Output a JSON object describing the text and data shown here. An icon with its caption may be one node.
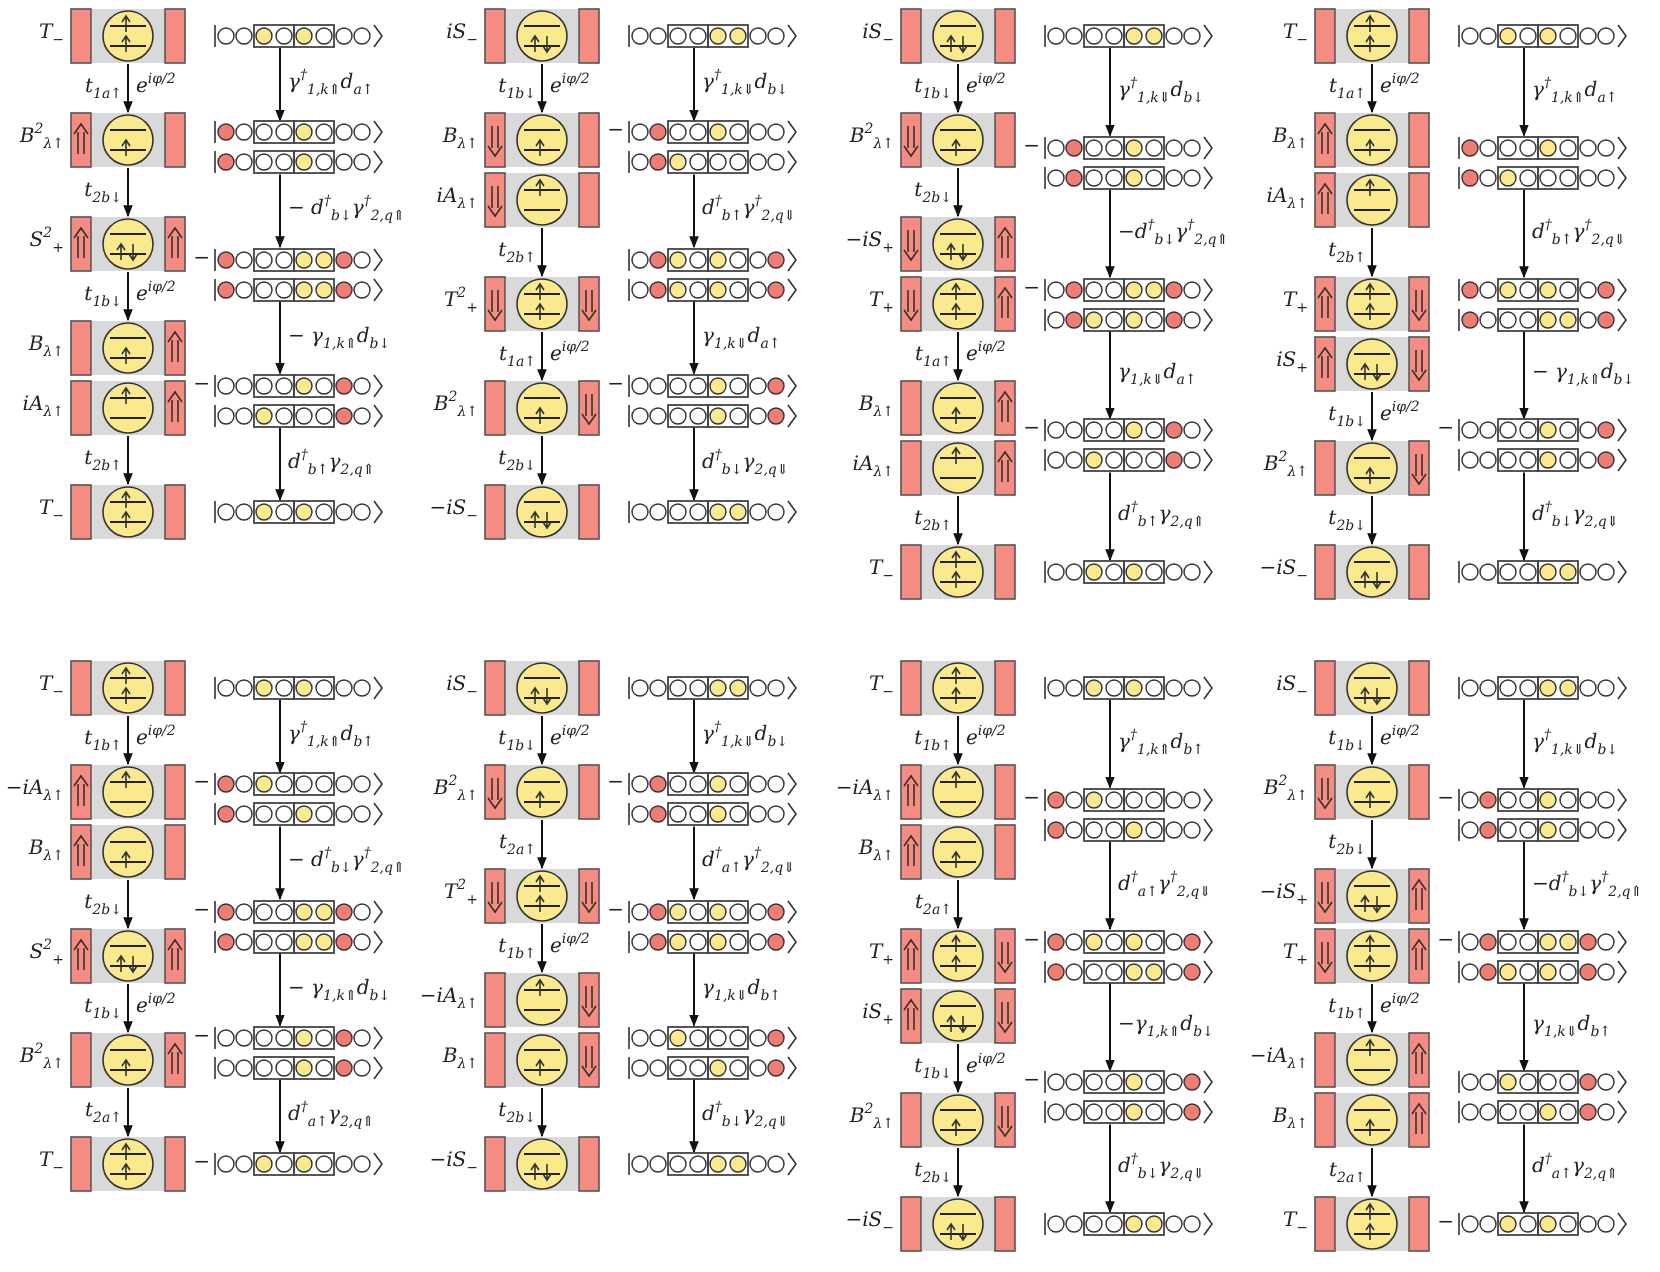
{
  "diagram": {
    "nodes": [
      {
        "text": [
          "T$_{−}$"
        ]
      },
      {
        "text": [
          "B$^{2}$$_{λ↑}$"
        ]
      },
      {
        "text": [
          "S$^{2}$$_{+}$"
        ]
      },
      {
        "text": [
          "B$_{λ↑}$"
        ]
      },
      {
        "text": [
          "iA$_{λ↑}$"
        ]
      },
      {
        "text": [
          "T$_{−}$"
        ]
      },
      {
        "text": [],
        "shape": "box"
      },
      {
        "text": [],
        "shape": "box"
      },
      {
        "text": [],
        "shape": "box"
      },
      {
        "text": [],
        "shape": "box",
        "beside": [
          "−"
        ]
      },
      {
        "text": [],
        "shape": "box"
      },
      {
        "text": [],
        "shape": "box",
        "beside": [
          "−"
        ]
      },
      {
        "text": [],
        "shape": "box"
      },
      {
        "text": [],
        "shape": "box"
      },
      {
        "text": [
          "iS$_{−}$"
        ]
      },
      {
        "text": [
          "B$_{λ↑}$"
        ]
      },
      {
        "text": [
          "iA$_{λ↑}$"
        ]
      },
      {
        "text": [
          "T$^{2}$$_{+}$"
        ]
      },
      {
        "text": [
          "B$^{2}$$_{λ↑}$"
        ]
      },
      {
        "text": [
          "−iS$_{−}$"
        ]
      },
      {
        "text": [],
        "shape": "box"
      },
      {
        "text": [],
        "shape": "box",
        "beside": [
          "−"
        ]
      },
      {
        "text": [],
        "shape": "box"
      },
      {
        "text": [],
        "shape": "box"
      },
      {
        "text": [],
        "shape": "box"
      },
      {
        "text": [],
        "shape": "box",
        "beside": [
          "−"
        ]
      },
      {
        "text": [],
        "shape": "box"
      },
      {
        "text": [],
        "shape": "box"
      },
      {
        "text": [
          "iS$_{−}$"
        ]
      },
      {
        "text": [
          "B$^{2}$$_{λ↑}$"
        ]
      },
      {
        "text": [
          "−iS$_{+}$"
        ]
      },
      {
        "text": [
          "T$_{+}$"
        ]
      },
      {
        "text": [
          "B$_{λ↑}$"
        ]
      },
      {
        "text": [
          "iA$_{λ↑}$"
        ]
      },
      {
        "text": [
          "T$_{−}$"
        ]
      },
      {
        "text": [],
        "shape": "box"
      },
      {
        "text": [],
        "shape": "box",
        "beside": [
          "−"
        ]
      },
      {
        "text": [],
        "shape": "box"
      },
      {
        "text": [],
        "shape": "box",
        "beside": [
          "−"
        ]
      },
      {
        "text": [],
        "shape": "box"
      },
      {
        "text": [],
        "shape": "box",
        "beside": [
          "−"
        ]
      },
      {
        "text": [],
        "shape": "box"
      },
      {
        "text": [],
        "shape": "box"
      },
      {
        "text": [
          "T$_{−}$"
        ]
      },
      {
        "text": [
          "B$_{λ↑}$"
        ]
      },
      {
        "text": [
          "iA$_{λ↑}$"
        ]
      },
      {
        "text": [
          "T$_{+}$"
        ]
      },
      {
        "text": [
          "iS$_{+}$"
        ]
      },
      {
        "text": [
          "B$^{2}$$_{λ↑}$"
        ]
      },
      {
        "text": [
          "−iS$_{−}$"
        ]
      },
      {
        "text": [],
        "shape": "box"
      },
      {
        "text": [],
        "shape": "box"
      },
      {
        "text": [],
        "shape": "box"
      },
      {
        "text": [],
        "shape": "box"
      },
      {
        "text": [],
        "shape": "box"
      },
      {
        "text": [],
        "shape": "box",
        "beside": [
          "−"
        ]
      },
      {
        "text": [],
        "shape": "box"
      },
      {
        "text": [],
        "shape": "box"
      },
      {
        "text": [
          "T$_{−}$"
        ]
      },
      {
        "text": [
          "−iA$_{λ↑}$"
        ]
      },
      {
        "text": [
          "B$_{λ↑}$"
        ]
      },
      {
        "text": [
          "S$^{2}$$_{+}$"
        ]
      },
      {
        "text": [
          "B$^{2}$$_{λ↑}$"
        ]
      },
      {
        "text": [
          "T$_{−}$"
        ]
      },
      {
        "text": [],
        "shape": "box"
      },
      {
        "text": [],
        "shape": "box",
        "beside": [
          "−"
        ]
      },
      {
        "text": [],
        "shape": "box"
      },
      {
        "text": [],
        "shape": "box",
        "beside": [
          "−"
        ]
      },
      {
        "text": [],
        "shape": "box"
      },
      {
        "text": [],
        "shape": "box",
        "beside": [
          "−"
        ]
      },
      {
        "text": [],
        "shape": "box"
      },
      {
        "text": [],
        "shape": "box",
        "beside": [
          "−"
        ]
      },
      {
        "text": [
          "iS$_{−}$"
        ]
      },
      {
        "text": [
          "B$^{2}$$_{λ↑}$"
        ]
      },
      {
        "text": [
          "T$^{2}$$_{+}$"
        ]
      },
      {
        "text": [
          "−iA$_{λ↑}$"
        ]
      },
      {
        "text": [
          "B$_{λ↑}$"
        ]
      },
      {
        "text": [
          "−iS$_{−}$"
        ]
      },
      {
        "text": [],
        "shape": "box"
      },
      {
        "text": [],
        "shape": "box",
        "beside": [
          "−"
        ]
      },
      {
        "text": [],
        "shape": "box"
      },
      {
        "text": [],
        "shape": "box",
        "beside": [
          "−"
        ]
      },
      {
        "text": [],
        "shape": "box"
      },
      {
        "text": [],
        "shape": "box"
      },
      {
        "text": [],
        "shape": "box"
      },
      {
        "text": [],
        "shape": "box"
      },
      {
        "text": [
          "T$_{−}$"
        ]
      },
      {
        "text": [
          "−iA$_{λ↑}$"
        ]
      },
      {
        "text": [
          "B$_{λ↑}$"
        ]
      },
      {
        "text": [
          "T$_{+}$"
        ]
      },
      {
        "text": [
          "iS$_{+}$"
        ]
      },
      {
        "text": [
          "B$^{2}$$_{λ↑}$"
        ]
      },
      {
        "text": [
          "−iS$_{−}$"
        ]
      },
      {
        "text": [],
        "shape": "box"
      },
      {
        "text": [],
        "shape": "box",
        "beside": [
          "−"
        ]
      },
      {
        "text": [],
        "shape": "box"
      },
      {
        "text": [],
        "shape": "box",
        "beside": [
          "−"
        ]
      },
      {
        "text": [],
        "shape": "box"
      },
      {
        "text": [],
        "shape": "box",
        "beside": [
          "−"
        ]
      },
      {
        "text": [],
        "shape": "box"
      },
      {
        "text": [],
        "shape": "box"
      },
      {
        "text": [
          "iS$_{−}$"
        ]
      },
      {
        "text": [
          "B$^{2}$$_{λ↑}$"
        ]
      },
      {
        "text": [
          "−iS$_{+}$"
        ]
      },
      {
        "text": [
          "T$_{+}$"
        ]
      },
      {
        "text": [
          "−iA$_{λ↑}$"
        ]
      },
      {
        "text": [
          "B$_{λ↑}$"
        ]
      },
      {
        "text": [
          "T$_{−}$"
        ]
      },
      {
        "text": [],
        "shape": "box"
      },
      {
        "text": [],
        "shape": "box",
        "beside": [
          "−"
        ]
      },
      {
        "text": [],
        "shape": "box"
      },
      {
        "text": [],
        "shape": "box",
        "beside": [
          "−"
        ]
      },
      {
        "text": [],
        "shape": "box"
      },
      {
        "text": [],
        "shape": "box"
      },
      {
        "text": [],
        "shape": "box"
      },
      {
        "text": [],
        "shape": "box",
        "beside": [
          "−"
        ]
      }
    ],
    "edges": [
      {
        "from": 0,
        "to": 1,
        "arrow": "to",
        "label": "t$_{1a↑}$"
      },
      {
        "from": 1,
        "to": 2,
        "arrow": "to",
        "label": "t$_{2b↓}$"
      },
      {
        "from": 2,
        "to": 3,
        "arrow": "to",
        "label": "t$_{1b↓}$"
      },
      {
        "from": 4,
        "to": 5,
        "arrow": "to",
        "label": "t$_{2b↑}$"
      },
      {
        "from": 6,
        "to": 7,
        "arrow": "to",
        "label": "γ$^{†}$$_{1,k⇑}$d$_{a↑}$"
      },
      {
        "from": 8,
        "to": 9,
        "arrow": "to",
        "label": "− d$^{†}$$_{b↓}$γ$^{†}$$_{2,q⇑}$"
      },
      {
        "from": 10,
        "to": 11,
        "arrow": "to",
        "label": "− γ$_{1,k⇑}$d$_{b↓}$"
      },
      {
        "from": 12,
        "to": 13,
        "arrow": "to",
        "label": "d$^{†}$$_{b↑}$γ$_{2,q⇑}$"
      },
      {
        "from": 14,
        "to": 15,
        "arrow": "to",
        "label": "t$_{1b↓}$"
      },
      {
        "from": 16,
        "to": 17,
        "arrow": "to",
        "label": "t$_{2b↑}$"
      },
      {
        "from": 17,
        "to": 18,
        "arrow": "to",
        "label": "t$_{1a↑}$"
      },
      {
        "from": 18,
        "to": 19,
        "arrow": "to",
        "label": "t$_{2b↓}$"
      },
      {
        "from": 20,
        "to": 21,
        "arrow": "to",
        "label": "γ$^{†}$$_{1,k⇓}$d$_{b↓}$"
      },
      {
        "from": 22,
        "to": 23,
        "arrow": "to",
        "label": "d$^{†}$$_{b↑}$γ$^{†}$$_{2,q⇓}$"
      },
      {
        "from": 24,
        "to": 25,
        "arrow": "to",
        "label": "γ$_{1,k⇓}$d$_{a↑}$"
      },
      {
        "from": 26,
        "to": 27,
        "arrow": "to",
        "label": "d$^{†}$$_{b↓}$γ$_{2,q⇓}$"
      },
      {
        "from": 28,
        "to": 29,
        "arrow": "to",
        "label": "t$_{1b↓}$"
      },
      {
        "from": 29,
        "to": 30,
        "arrow": "to",
        "label": "t$_{2b↓}$"
      },
      {
        "from": 31,
        "to": 32,
        "arrow": "to",
        "label": "t$_{1a↑}$"
      },
      {
        "from": 33,
        "to": 34,
        "arrow": "to",
        "label": "t$_{2b↑}$"
      },
      {
        "from": 35,
        "to": 36,
        "arrow": "to",
        "label": "γ$^{†}$$_{1,k⇓}$d$_{b↓}$"
      },
      {
        "from": 37,
        "to": 38,
        "arrow": "to",
        "label": "−d$^{†}$$_{b↓}$γ$^{†}$$_{2,q⇑}$"
      },
      {
        "from": 39,
        "to": 40,
        "arrow": "to",
        "label": "γ$_{1,k⇓}$d$_{a↑}$"
      },
      {
        "from": 41,
        "to": 42,
        "arrow": "to",
        "label": "d$^{†}$$_{b↑}$γ$_{2,q⇑}$"
      },
      {
        "from": 43,
        "to": 44,
        "arrow": "to",
        "label": "t$_{1a↑}$"
      },
      {
        "from": 45,
        "to": 46,
        "arrow": "to",
        "label": "t$_{2b↑}$"
      },
      {
        "from": 47,
        "to": 48,
        "arrow": "to",
        "label": "t$_{1b↓}$"
      },
      {
        "from": 48,
        "to": 49,
        "arrow": "to",
        "label": "t$_{2b↓}$"
      },
      {
        "from": 50,
        "to": 51,
        "arrow": "to",
        "label": "γ$^{†}$$_{1,k⇑}$d$_{a↑}$"
      },
      {
        "from": 52,
        "to": 53,
        "arrow": "to",
        "label": "d$^{†}$$_{b↑}$γ$^{†}$$_{2,q⇓}$"
      },
      {
        "from": 54,
        "to": 55,
        "arrow": "to",
        "label": "− γ$_{1,k⇑}$d$_{b↓}$"
      },
      {
        "from": 56,
        "to": 57,
        "arrow": "to",
        "label": "d$^{†}$$_{b↓}$γ$_{2,q⇓}$"
      },
      {
        "from": 58,
        "to": 59,
        "arrow": "to",
        "label": "t$_{1b↑}$"
      },
      {
        "from": 60,
        "to": 61,
        "arrow": "to",
        "label": "t$_{2b↓}$"
      },
      {
        "from": 61,
        "to": 62,
        "arrow": "to",
        "label": "t$_{1b↓}$"
      },
      {
        "from": 62,
        "to": 63,
        "arrow": "to",
        "label": "t$_{2a↑}$"
      },
      {
        "from": 64,
        "to": 65,
        "arrow": "to",
        "label": "γ$^{†}$$_{1,k⇑}$d$_{b↑}$"
      },
      {
        "from": 66,
        "to": 67,
        "arrow": "to",
        "label": "− d$^{†}$$_{b↓}$γ$^{†}$$_{2,q⇑}$"
      },
      {
        "from": 68,
        "to": 69,
        "arrow": "to",
        "label": "− γ$_{1,k⇑}$d$_{b↓}$"
      },
      {
        "from": 70,
        "to": 71,
        "arrow": "to",
        "label": "d$^{†}$$_{a↑}$γ$_{2,q⇑}$"
      },
      {
        "from": 72,
        "to": 73,
        "arrow": "to",
        "label": "t$_{1b↓}$"
      },
      {
        "from": 73,
        "to": 74,
        "arrow": "to",
        "label": "t$_{2a↑}$"
      },
      {
        "from": 74,
        "to": 75,
        "arrow": "to",
        "label": "t$_{1b↑}$"
      },
      {
        "from": 76,
        "to": 77,
        "arrow": "to",
        "label": "t$_{2b↓}$"
      },
      {
        "from": 78,
        "to": 79,
        "arrow": "to",
        "label": "γ$^{†}$$_{1,k⇓}$d$_{b↓}$"
      },
      {
        "from": 80,
        "to": 81,
        "arrow": "to",
        "label": "d$^{†}$$_{a↑}$γ$^{†}$$_{2,q⇓}$"
      },
      {
        "from": 82,
        "to": 83,
        "arrow": "to",
        "label": "γ$_{1,k⇓}$d$_{b↑}$"
      },
      {
        "from": 84,
        "to": 85,
        "arrow": "to",
        "label": "d$^{†}$$_{b↓}$γ$_{2,q⇓}$"
      },
      {
        "from": 86,
        "to": 87,
        "arrow": "to",
        "label": "t$_{1b↑}$"
      },
      {
        "from": 88,
        "to": 89,
        "arrow": "to",
        "label": "t$_{2a↑}$"
      },
      {
        "from": 90,
        "to": 91,
        "arrow": "to",
        "label": "t$_{1b↓}$"
      },
      {
        "from": 91,
        "to": 92,
        "arrow": "to",
        "label": "t$_{2b↓}$"
      },
      {
        "from": 93,
        "to": 94,
        "arrow": "to",
        "label": "γ$^{†}$$_{1,k⇑}$d$_{b↑}$"
      },
      {
        "from": 95,
        "to": 96,
        "arrow": "to",
        "label": "d$^{†}$$_{a↑}$γ$^{†}$$_{2,q⇓}$"
      },
      {
        "from": 97,
        "to": 98,
        "arrow": "to",
        "label": "−γ$_{1,k⇑}$d$_{b↓}$"
      },
      {
        "from": 99,
        "to": 100,
        "arrow": "to",
        "label": "d$^{†}$$_{b↓}$γ$_{2,q⇓}$"
      },
      {
        "from": 101,
        "to": 102,
        "arrow": "to",
        "label": "t$_{1b↓}$"
      },
      {
        "from": 102,
        "to": 103,
        "arrow": "to",
        "label": "t$_{2b↓}$"
      },
      {
        "from": 104,
        "to": 105,
        "arrow": "to",
        "label": "t$_{1b↑}$"
      },
      {
        "from": 106,
        "to": 107,
        "arrow": "to",
        "label": "t$_{2a↑}$"
      },
      {
        "from": 108,
        "to": 109,
        "arrow": "to",
        "label": "γ$^{†}$$_{1,k⇓}$d$_{b↓}$"
      },
      {
        "from": 110,
        "to": 111,
        "arrow": "to",
        "label": "−d$^{†}$$_{b↓}$γ$^{†}$$_{2,q⇑}$"
      },
      {
        "from": 112,
        "to": 113,
        "arrow": "to",
        "label": "γ$_{1,k⇓}$d$_{b↑}$"
      },
      {
        "from": 114,
        "to": 115,
        "arrow": "to",
        "label": "d$^{†}$$_{a↑}$γ$_{2,q⇑}$"
      }
    ],
    "labels": [
      "e$^{iφ/2}$",
      "e$^{iφ/2}$",
      "e$^{iφ/2}$",
      "e$^{iφ/2}$",
      "e$^{iφ/2}$",
      "e$^{iφ/2}$",
      "e$^{iφ/2}$",
      "e$^{iφ/2}$",
      "e$^{iφ/2}$",
      "e$^{iφ/2}$",
      "e$^{iφ/2}$",
      "e$^{iφ/2}$",
      "e$^{iφ/2}$",
      "e$^{iφ/2}$",
      "e$^{iφ/2}$",
      "e$^{iφ/2}$"
    ]
  }
}
